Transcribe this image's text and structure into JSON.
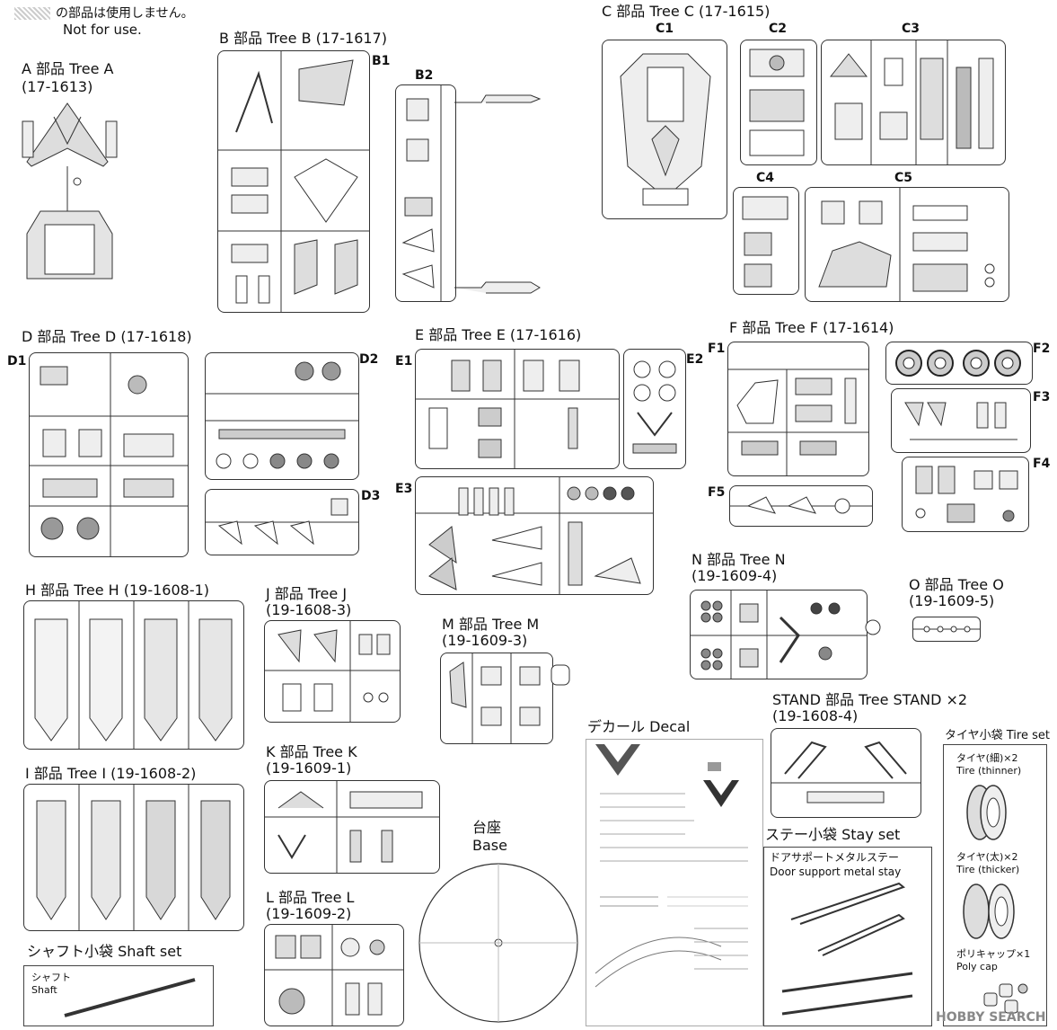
{
  "notice": {
    "ja": "の部品は使用しません。",
    "en": "Not for use."
  },
  "trees": {
    "a": {
      "title": "A 部品 Tree A",
      "code": "(17-1613)"
    },
    "b": {
      "title": "B 部品 Tree B (17-1617)",
      "b1": "B1",
      "b2": "B2"
    },
    "c": {
      "title": "C 部品 Tree C (17-1615)",
      "c1": "C1",
      "c2": "C2",
      "c3": "C3",
      "c4": "C4",
      "c5": "C5"
    },
    "d": {
      "title": "D 部品 Tree D (17-1618)",
      "d1": "D1",
      "d2": "D2",
      "d3": "D3"
    },
    "e": {
      "title": "E 部品 Tree E (17-1616)",
      "e1": "E1",
      "e2": "E2",
      "e3": "E3"
    },
    "f": {
      "title": "F 部品 Tree F (17-1614)",
      "f1": "F1",
      "f2": "F2",
      "f3": "F3",
      "f4": "F4",
      "f5": "F5"
    },
    "h": {
      "title": "H 部品 Tree H (19-1608-1)"
    },
    "i": {
      "title": "I 部品 Tree I (19-1608-2)"
    },
    "j": {
      "title": "J 部品 Tree J",
      "code": "(19-1608-3)"
    },
    "k": {
      "title": "K 部品 Tree K",
      "code": "(19-1609-1)"
    },
    "l": {
      "title": "L 部品 Tree L",
      "code": "(19-1609-2)"
    },
    "m": {
      "title": "M 部品 Tree M",
      "code": "(19-1609-3)"
    },
    "n": {
      "title": "N 部品 Tree N",
      "code": "(19-1609-4)"
    },
    "o": {
      "title": "O 部品 Tree O",
      "code": "(19-1609-5)"
    },
    "stand": {
      "title": "STAND 部品 Tree STAND ×2",
      "code": "(19-1608-4)"
    }
  },
  "decal": {
    "title": "デカール Decal"
  },
  "base": {
    "ja": "台座",
    "en": "Base"
  },
  "shaft_set": {
    "title": "シャフト小袋 Shaft set",
    "ja": "シャフト",
    "en": "Shaft"
  },
  "stay_set": {
    "title": "ステー小袋 Stay set",
    "ja": "ドアサポートメタルステー",
    "en": "Door support metal stay"
  },
  "tire_set": {
    "title": "タイヤ小袋 Tire set",
    "thin_ja": "タイヤ(細)×2",
    "thin_en": "Tire (thinner)",
    "thick_ja": "タイヤ(太)×2",
    "thick_en": "Tire (thicker)",
    "cap_ja": "ポリキャップ×1",
    "cap_en": "Poly cap"
  },
  "watermark": "HOBBY SEARCH"
}
